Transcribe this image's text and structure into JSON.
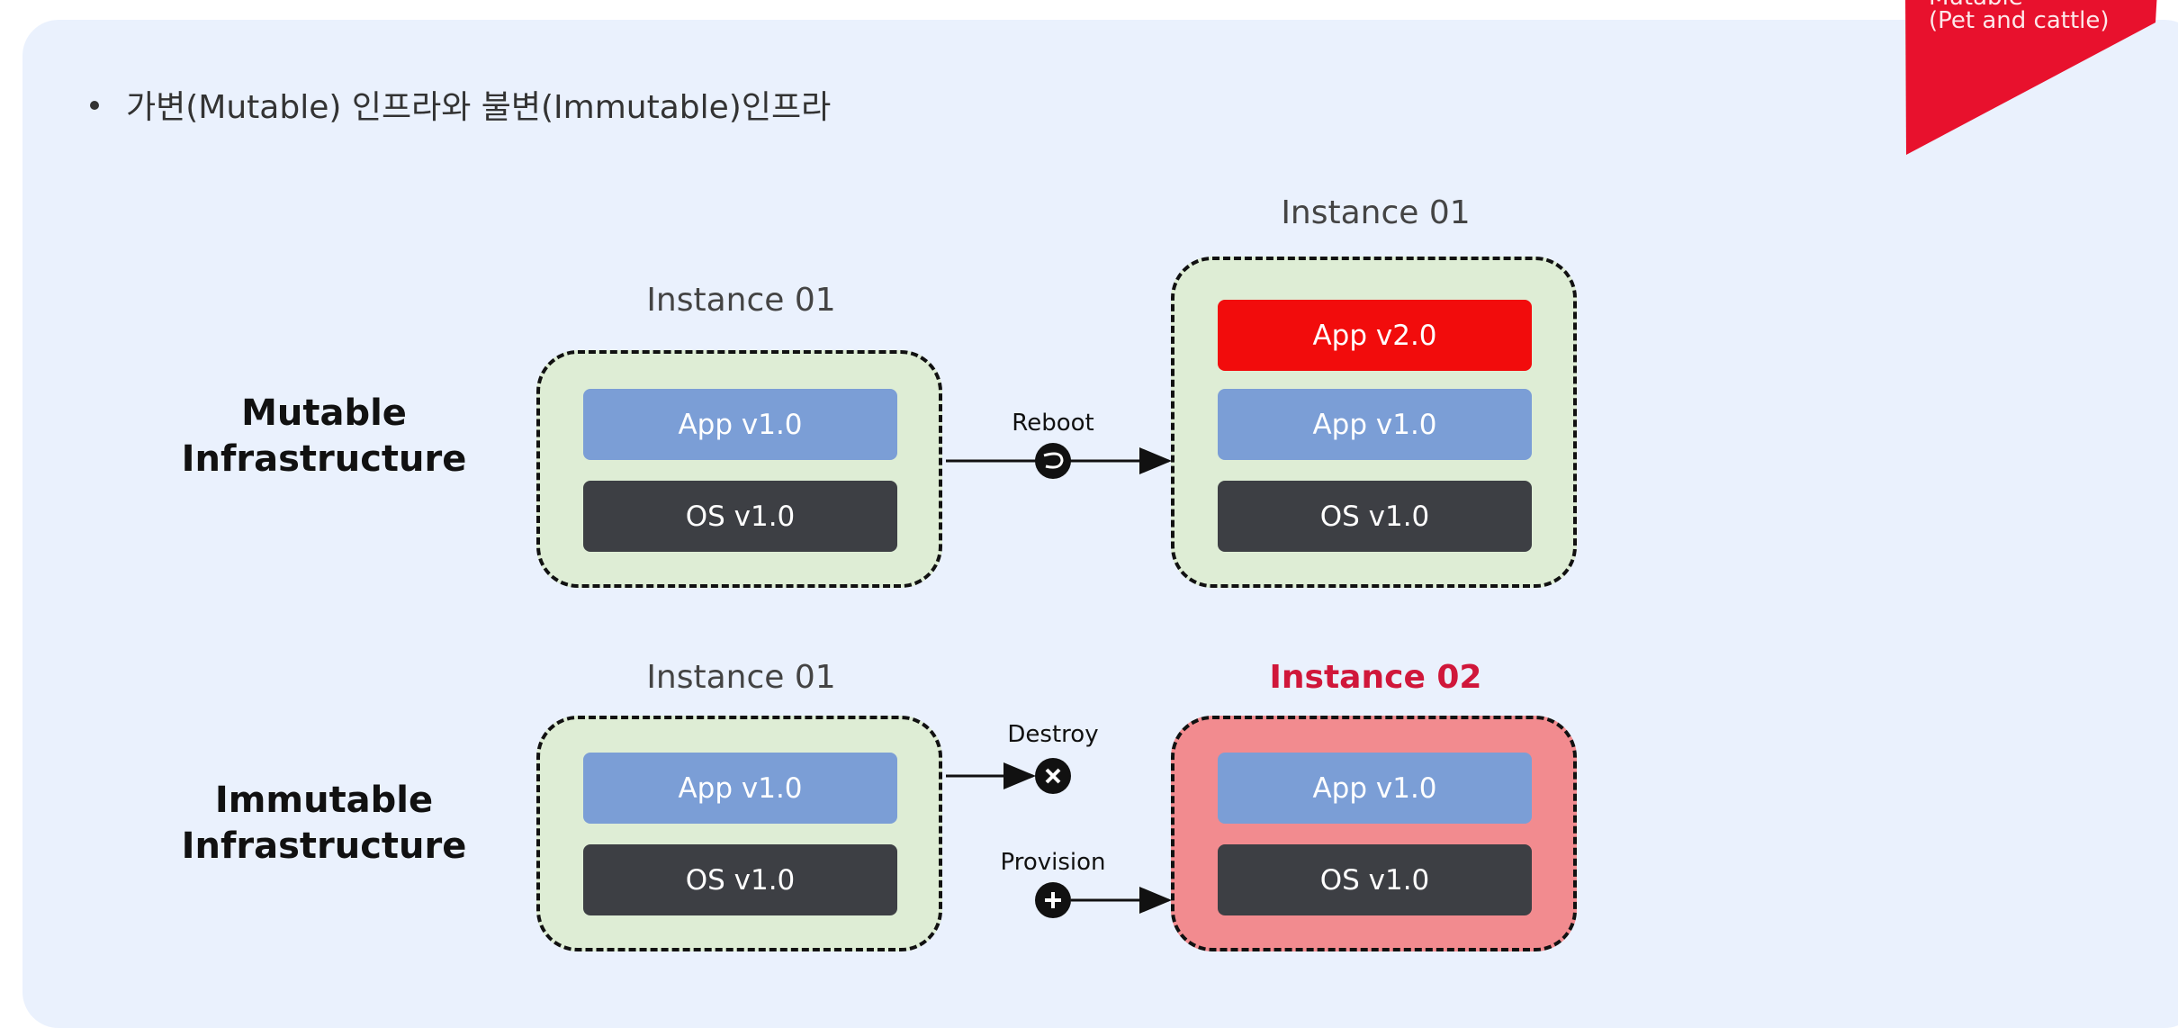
{
  "banner": {
    "line1": "Mutable",
    "line2": "(Pet and cattle)",
    "color": "#e8112d"
  },
  "title": "가변(Mutable) 인프라와 불변(Immutable)인프라",
  "mutable": {
    "label_line1": "Mutable",
    "label_line2": "Infrastructure",
    "before": {
      "label": "Instance 01",
      "app": "App v1.0",
      "os": "OS v1.0"
    },
    "action": {
      "label": "Reboot",
      "icon": "reboot-icon"
    },
    "after": {
      "label": "Instance 01",
      "app_new": "App v2.0",
      "app": "App v1.0",
      "os": "OS v1.0"
    }
  },
  "immutable": {
    "label_line1": "Immutable",
    "label_line2": "Infrastructure",
    "before": {
      "label": "Instance 01",
      "app": "App v1.0",
      "os": "OS v1.0"
    },
    "destroy": {
      "label": "Destroy",
      "icon": "x-icon"
    },
    "provision": {
      "label": "Provision",
      "icon": "plus-icon"
    },
    "after": {
      "label": "Instance 02",
      "app": "App v1.0",
      "os": "OS v1.0"
    }
  },
  "colors": {
    "instance_fill": "#deedd5",
    "new_instance_fill": "#f28b8f",
    "app": "#7b9ed6",
    "os": "#3d3f44",
    "app_new": "#f20c0c",
    "accent_red": "#d0173a"
  }
}
